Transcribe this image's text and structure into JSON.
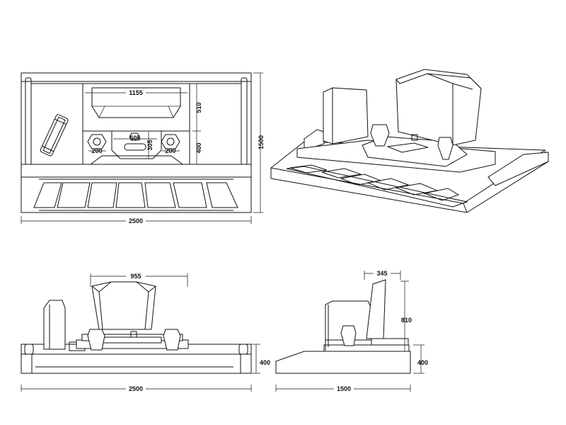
{
  "plan_view": {
    "dims": {
      "headstone_width": "1155",
      "headstone_depth": "510",
      "front_depth": "400",
      "vase_left": "200",
      "vase_right": "200",
      "offering_width": "505",
      "offering_depth": "305",
      "total_depth": "1500",
      "total_width": "2500"
    }
  },
  "front_view": {
    "dims": {
      "headstone_width": "955",
      "base_height": "400",
      "total_width": "2500"
    }
  },
  "side_view": {
    "dims": {
      "stone_depth": "345",
      "stone_height": "810",
      "base_height": "400",
      "total_depth": "1500"
    }
  }
}
